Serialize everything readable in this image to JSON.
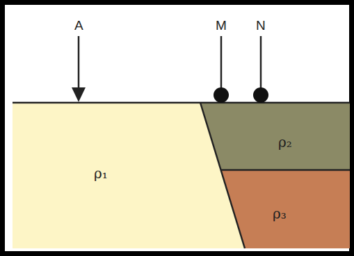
{
  "diagram": {
    "nodes": [
      {
        "text": [
          "ρ₁"
        ]
      },
      {
        "text": [
          "ρ₂"
        ]
      },
      {
        "text": [
          "ρ₃"
        ]
      }
    ],
    "labels": [
      "A",
      "M",
      "N"
    ]
  }
}
